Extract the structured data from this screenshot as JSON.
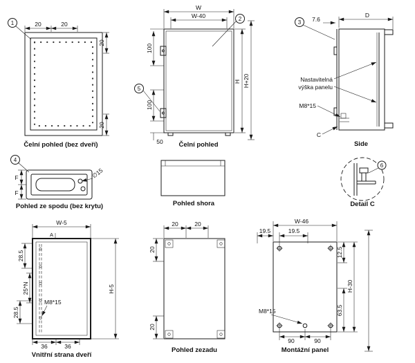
{
  "drawing": {
    "colors": {
      "line": "#1a1a1a",
      "background": "#ffffff"
    },
    "views": {
      "front_no_door": {
        "caption": "Čelní pohled (bez dveří)",
        "balloon": "1",
        "dim_top_left": "20",
        "dim_top_right": "20",
        "dim_right_top": "20",
        "dim_right_bottom": "20"
      },
      "front": {
        "caption": "Čelní pohled",
        "balloon_door": "2",
        "balloon_hinge": "5",
        "dim_width": "W",
        "dim_width_minus": "W-40",
        "dim_hinge_top": "100",
        "dim_hinge_bottom": "100",
        "dim_bottom_offset": "50",
        "dim_height": "H",
        "dim_height_plus": "H+20"
      },
      "side": {
        "caption": "Side",
        "balloon": "3",
        "dim_door_thickness": "7.6",
        "dim_depth": "D",
        "label_panel_line1": "Nastavitelná",
        "label_panel_line2": "výška panelu",
        "label_bolt": "M8*15",
        "label_detail": "C"
      },
      "bottom": {
        "caption": "Pohled ze spodu (bez krytu)",
        "balloon": "4",
        "dim_f_top": "F",
        "dim_f_bottom": "F",
        "label_hole": "∅15"
      },
      "top": {
        "caption": "Pohled shora"
      },
      "detail_c": {
        "caption": "Detail C",
        "balloon": "6"
      },
      "door_inner": {
        "caption": "Vnitřní strana dveří",
        "dim_width": "W-5",
        "label_a": "A",
        "dim_285_top": "28.5",
        "dim_pitch": "25*N",
        "dim_285_bottom": "28.5",
        "label_stud": "M8*15",
        "dim_height": "H-5",
        "dim_36_left": "36",
        "dim_36_right": "36"
      },
      "rear": {
        "caption": "Pohled zezadu",
        "dim_top_left": "20",
        "dim_top_right": "20",
        "dim_left_top": "20",
        "dim_left_bottom": "20"
      },
      "panel": {
        "caption": "Montážní panel",
        "dim_width": "W-46",
        "dim_195_left": "19.5",
        "dim_195_right": "19.5",
        "dim_125": "12.5",
        "dim_height": "H-30",
        "dim_635": "63.5",
        "label_bolt": "M8*15",
        "dim_90_left": "90",
        "dim_90_right": "90"
      }
    }
  }
}
